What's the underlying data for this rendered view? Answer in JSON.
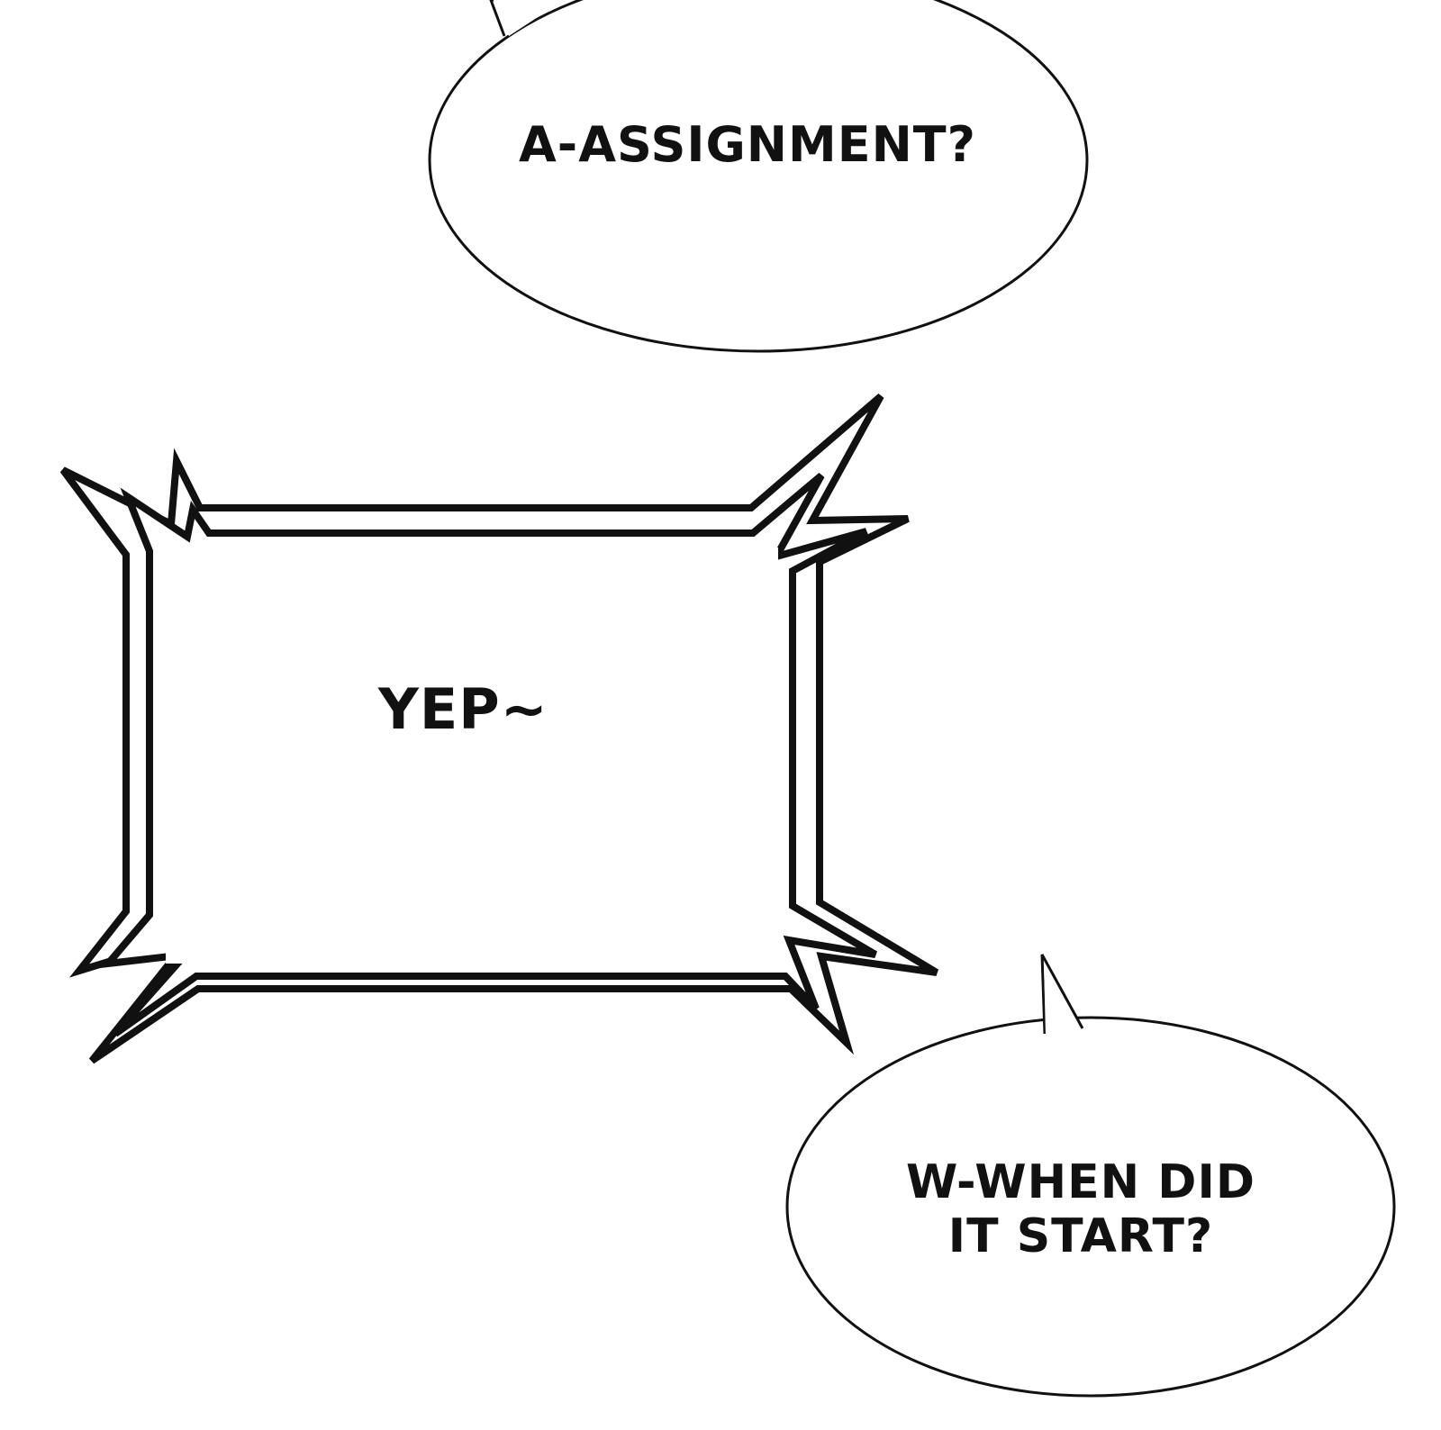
{
  "panel": {
    "background_color": "#ffffff",
    "ink_color": "#111111",
    "bubbles": [
      {
        "kind": "speech-oval",
        "text": "A-ASSIGNMENT?"
      },
      {
        "kind": "shout-box",
        "text": "YEP~"
      },
      {
        "kind": "speech-oval",
        "text": "W-WHEN DID\nIT START?"
      }
    ]
  }
}
